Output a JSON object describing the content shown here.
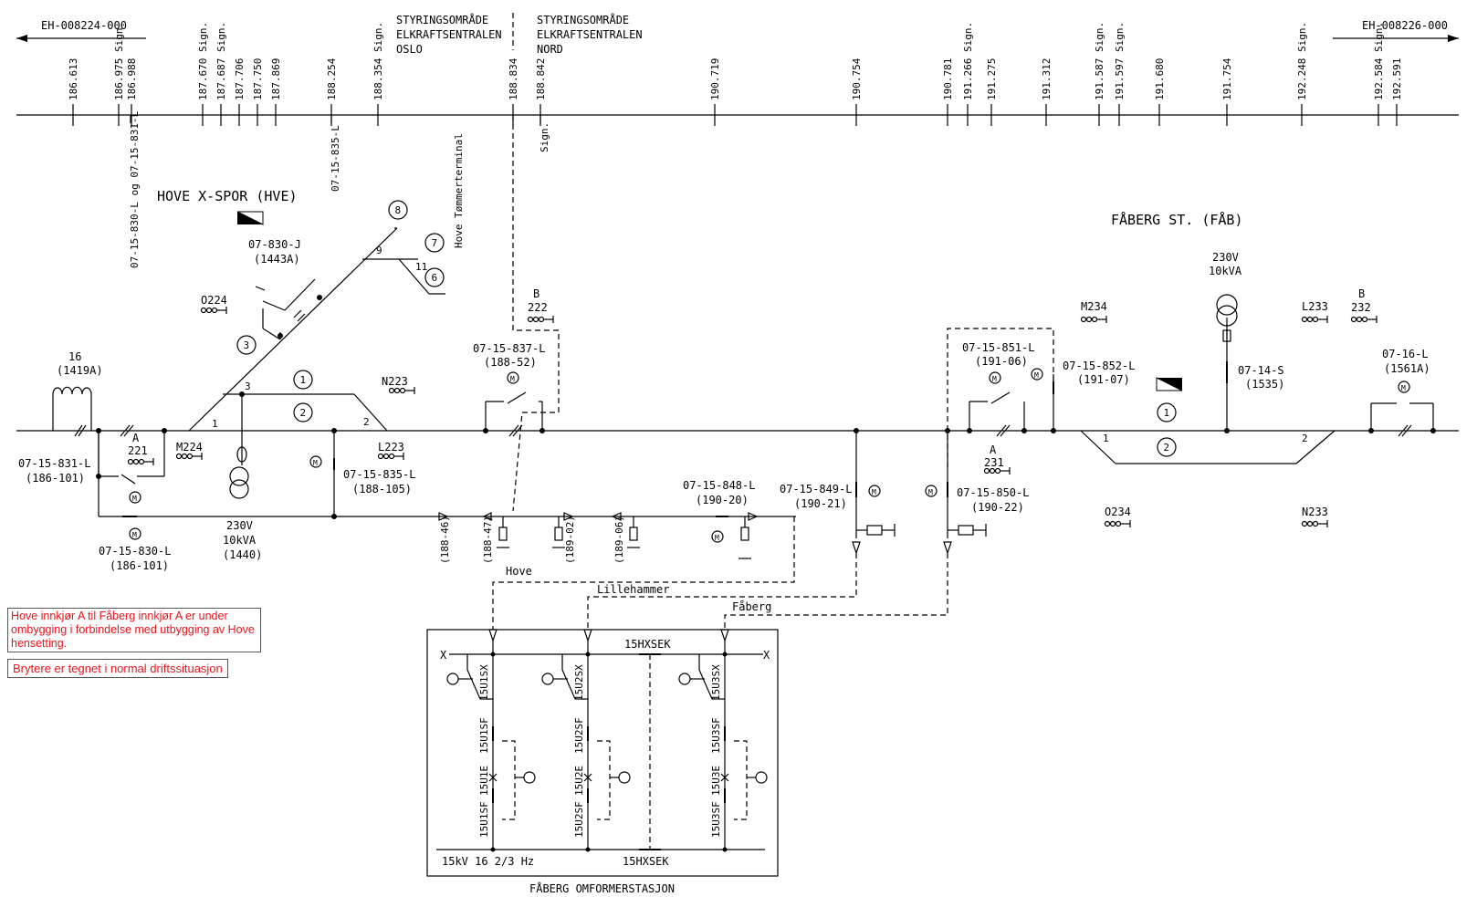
{
  "header": {
    "left_ref": "EH-008224-000",
    "right_ref": "EH-008226-000",
    "zone_oslo": [
      "STYRINGSOMRÅDE",
      "ELKRAFTSENTRALEN",
      "OSLO"
    ],
    "zone_nord": [
      "STYRINGSOMRÅDE",
      "ELKRAFTSENTRALEN",
      "NORD"
    ]
  },
  "km_marks": {
    "top": [
      "186.613",
      "186.975 Sign.",
      "186.988",
      "187.670 Sign.",
      "187.687 Sign.",
      "187.706",
      "187.750",
      "187.869",
      "188.254",
      "188.354 Sign.",
      "188.834",
      "188.842",
      "190.719",
      "190.754",
      "190.781",
      "191.266 Sign.",
      "191.275",
      "191.312",
      "191.587 Sign.",
      "191.597 Sign.",
      "191.680",
      "191.754",
      "192.248 Sign.",
      "192.584 Sign.",
      "192.591"
    ],
    "below": [
      "07-15-830-L og 07-15-831-L",
      "07-15-835-L",
      "Sign."
    ]
  },
  "stations": {
    "hove": "HOVE X-SPOR (HVE)",
    "faberg": "FÅBERG ST. (FÅB)",
    "hove_terminal": "Hove Tømmerterminal",
    "omformer": "FÅBERG OMFORMERSTASJON"
  },
  "labels": {
    "sw_830j": [
      "07-830-J",
      "(1443A)"
    ],
    "sw_831l": [
      "07-15-831-L",
      "(186-101)"
    ],
    "sw_830l": [
      "07-15-830-L",
      "(186-101)"
    ],
    "sw_835l": [
      "07-15-835-L",
      "(188-105)"
    ],
    "sw_837l": [
      "07-15-837-L",
      "(188-52)"
    ],
    "sw_848l": [
      "07-15-848-L",
      "(190-20)"
    ],
    "sw_849l": [
      "07-15-849-L",
      "(190-21)"
    ],
    "sw_850l": [
      "07-15-850-L",
      "(190-22)"
    ],
    "sw_851l": [
      "07-15-851-L",
      "(191-06)"
    ],
    "sw_852l": [
      "07-15-852-L",
      "(191-07)"
    ],
    "sw_14s": [
      "07-14-S",
      "(1535)"
    ],
    "sw_16l": [
      "07-16-L",
      "(1561A)"
    ],
    "coil_16": [
      "16",
      "(1419A)"
    ],
    "trafo_hove": [
      "230V",
      "10kVA",
      "(1440)"
    ],
    "trafo_faberg": [
      "230V",
      "10kVA"
    ],
    "sig_o224": "O224",
    "sig_m224": "M224",
    "sig_n223": "N223",
    "sig_l223": "L223",
    "sig_b222": [
      "B",
      "222"
    ],
    "sig_a221": [
      "A",
      "221"
    ],
    "sig_m234": "M234",
    "sig_l233": "L233",
    "sig_b232": [
      "B",
      "232"
    ],
    "sig_a231": [
      "A",
      "231"
    ],
    "sig_o234": "O234",
    "sig_n233": "N233",
    "sec_a": [
      "(188-46)",
      "(188-47)",
      "(189-02)",
      "(189-06)"
    ],
    "feed_hove": "Hove",
    "feed_lillehammer": "Lillehammer",
    "feed_faberg": "Fåberg",
    "track_numbers": [
      "1",
      "2",
      "3",
      "6",
      "7",
      "8",
      "1",
      "2"
    ],
    "switch_numbers": [
      "1",
      "2",
      "3",
      "9",
      "11",
      "1",
      "2"
    ],
    "bus_top": "15HXSEK",
    "bus_bottom": "15HXSEK",
    "bus_voltage": "15kV 16 2/3 Hz",
    "feeders": [
      "15U1SX",
      "15U2SX",
      "15U3SX"
    ],
    "breakers": [
      "15U1SF",
      "15U1E",
      "15U1SF",
      "15U2SF",
      "15U2E",
      "15U2SF",
      "15U3SF",
      "15U3E",
      "15U3SF"
    ],
    "x": "X",
    "m": "M"
  },
  "notes": {
    "note1": "Hove innkjør A til Fåberg innkjør A er under ombygging i forbindelse med utbygging av Hove hensetting.",
    "note2": "Brytere er tegnet i normal driftssituasjon"
  },
  "colors": {
    "line": "#000000",
    "note_text": "#e8141b"
  }
}
